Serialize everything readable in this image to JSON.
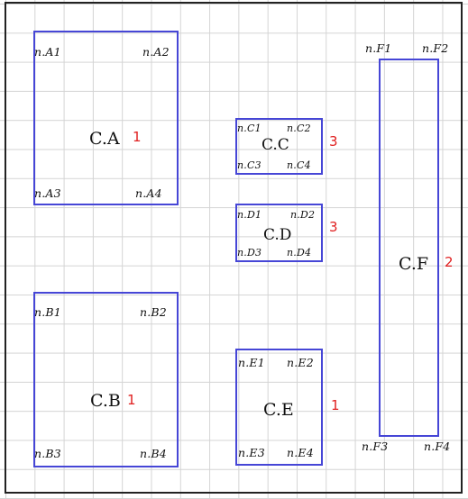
{
  "diagram": {
    "components": [
      {
        "id": "A",
        "name": "C.A",
        "count": "1",
        "nodes": [
          "n.A1",
          "n.A2",
          "n.A3",
          "n.A4"
        ]
      },
      {
        "id": "B",
        "name": "C.B",
        "count": "1",
        "nodes": [
          "n.B1",
          "n.B2",
          "n.B3",
          "n.B4"
        ]
      },
      {
        "id": "C",
        "name": "C.C",
        "count": "3",
        "nodes": [
          "n.C1",
          "n.C2",
          "n.C3",
          "n.C4"
        ]
      },
      {
        "id": "D",
        "name": "C.D",
        "count": "3",
        "nodes": [
          "n.D1",
          "n.D2",
          "n.D3",
          "n.D4"
        ]
      },
      {
        "id": "E",
        "name": "C.E",
        "count": "1",
        "nodes": [
          "n.E1",
          "n.E2",
          "n.E3",
          "n.E4"
        ]
      },
      {
        "id": "F",
        "name": "C.F",
        "count": "2",
        "nodes": [
          "n.F1",
          "n.F2",
          "n.F3",
          "n.F4"
        ]
      }
    ],
    "colors": {
      "box_border": "#4646d6",
      "count_text": "#e02020",
      "grid": "#d4d4d4",
      "ink": "#111111"
    }
  }
}
